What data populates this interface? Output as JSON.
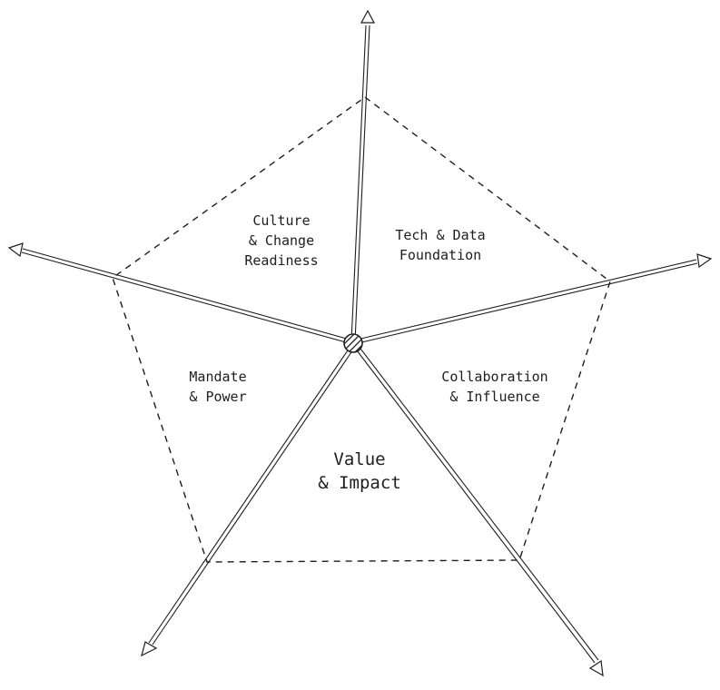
{
  "diagram": {
    "stroke_color": "#1e1e1e",
    "background": "#ffffff",
    "sectors": [
      {
        "id": "culture",
        "lines": [
          "Culture",
          "& Change",
          "Readiness"
        ]
      },
      {
        "id": "tech",
        "lines": [
          "Tech & Data",
          "Foundation"
        ]
      },
      {
        "id": "collab",
        "lines": [
          "Collaboration",
          "& Influence"
        ]
      },
      {
        "id": "value",
        "lines": [
          "Value",
          "& Impact"
        ]
      },
      {
        "id": "mandate",
        "lines": [
          "Mandate",
          "& Power"
        ]
      }
    ]
  }
}
